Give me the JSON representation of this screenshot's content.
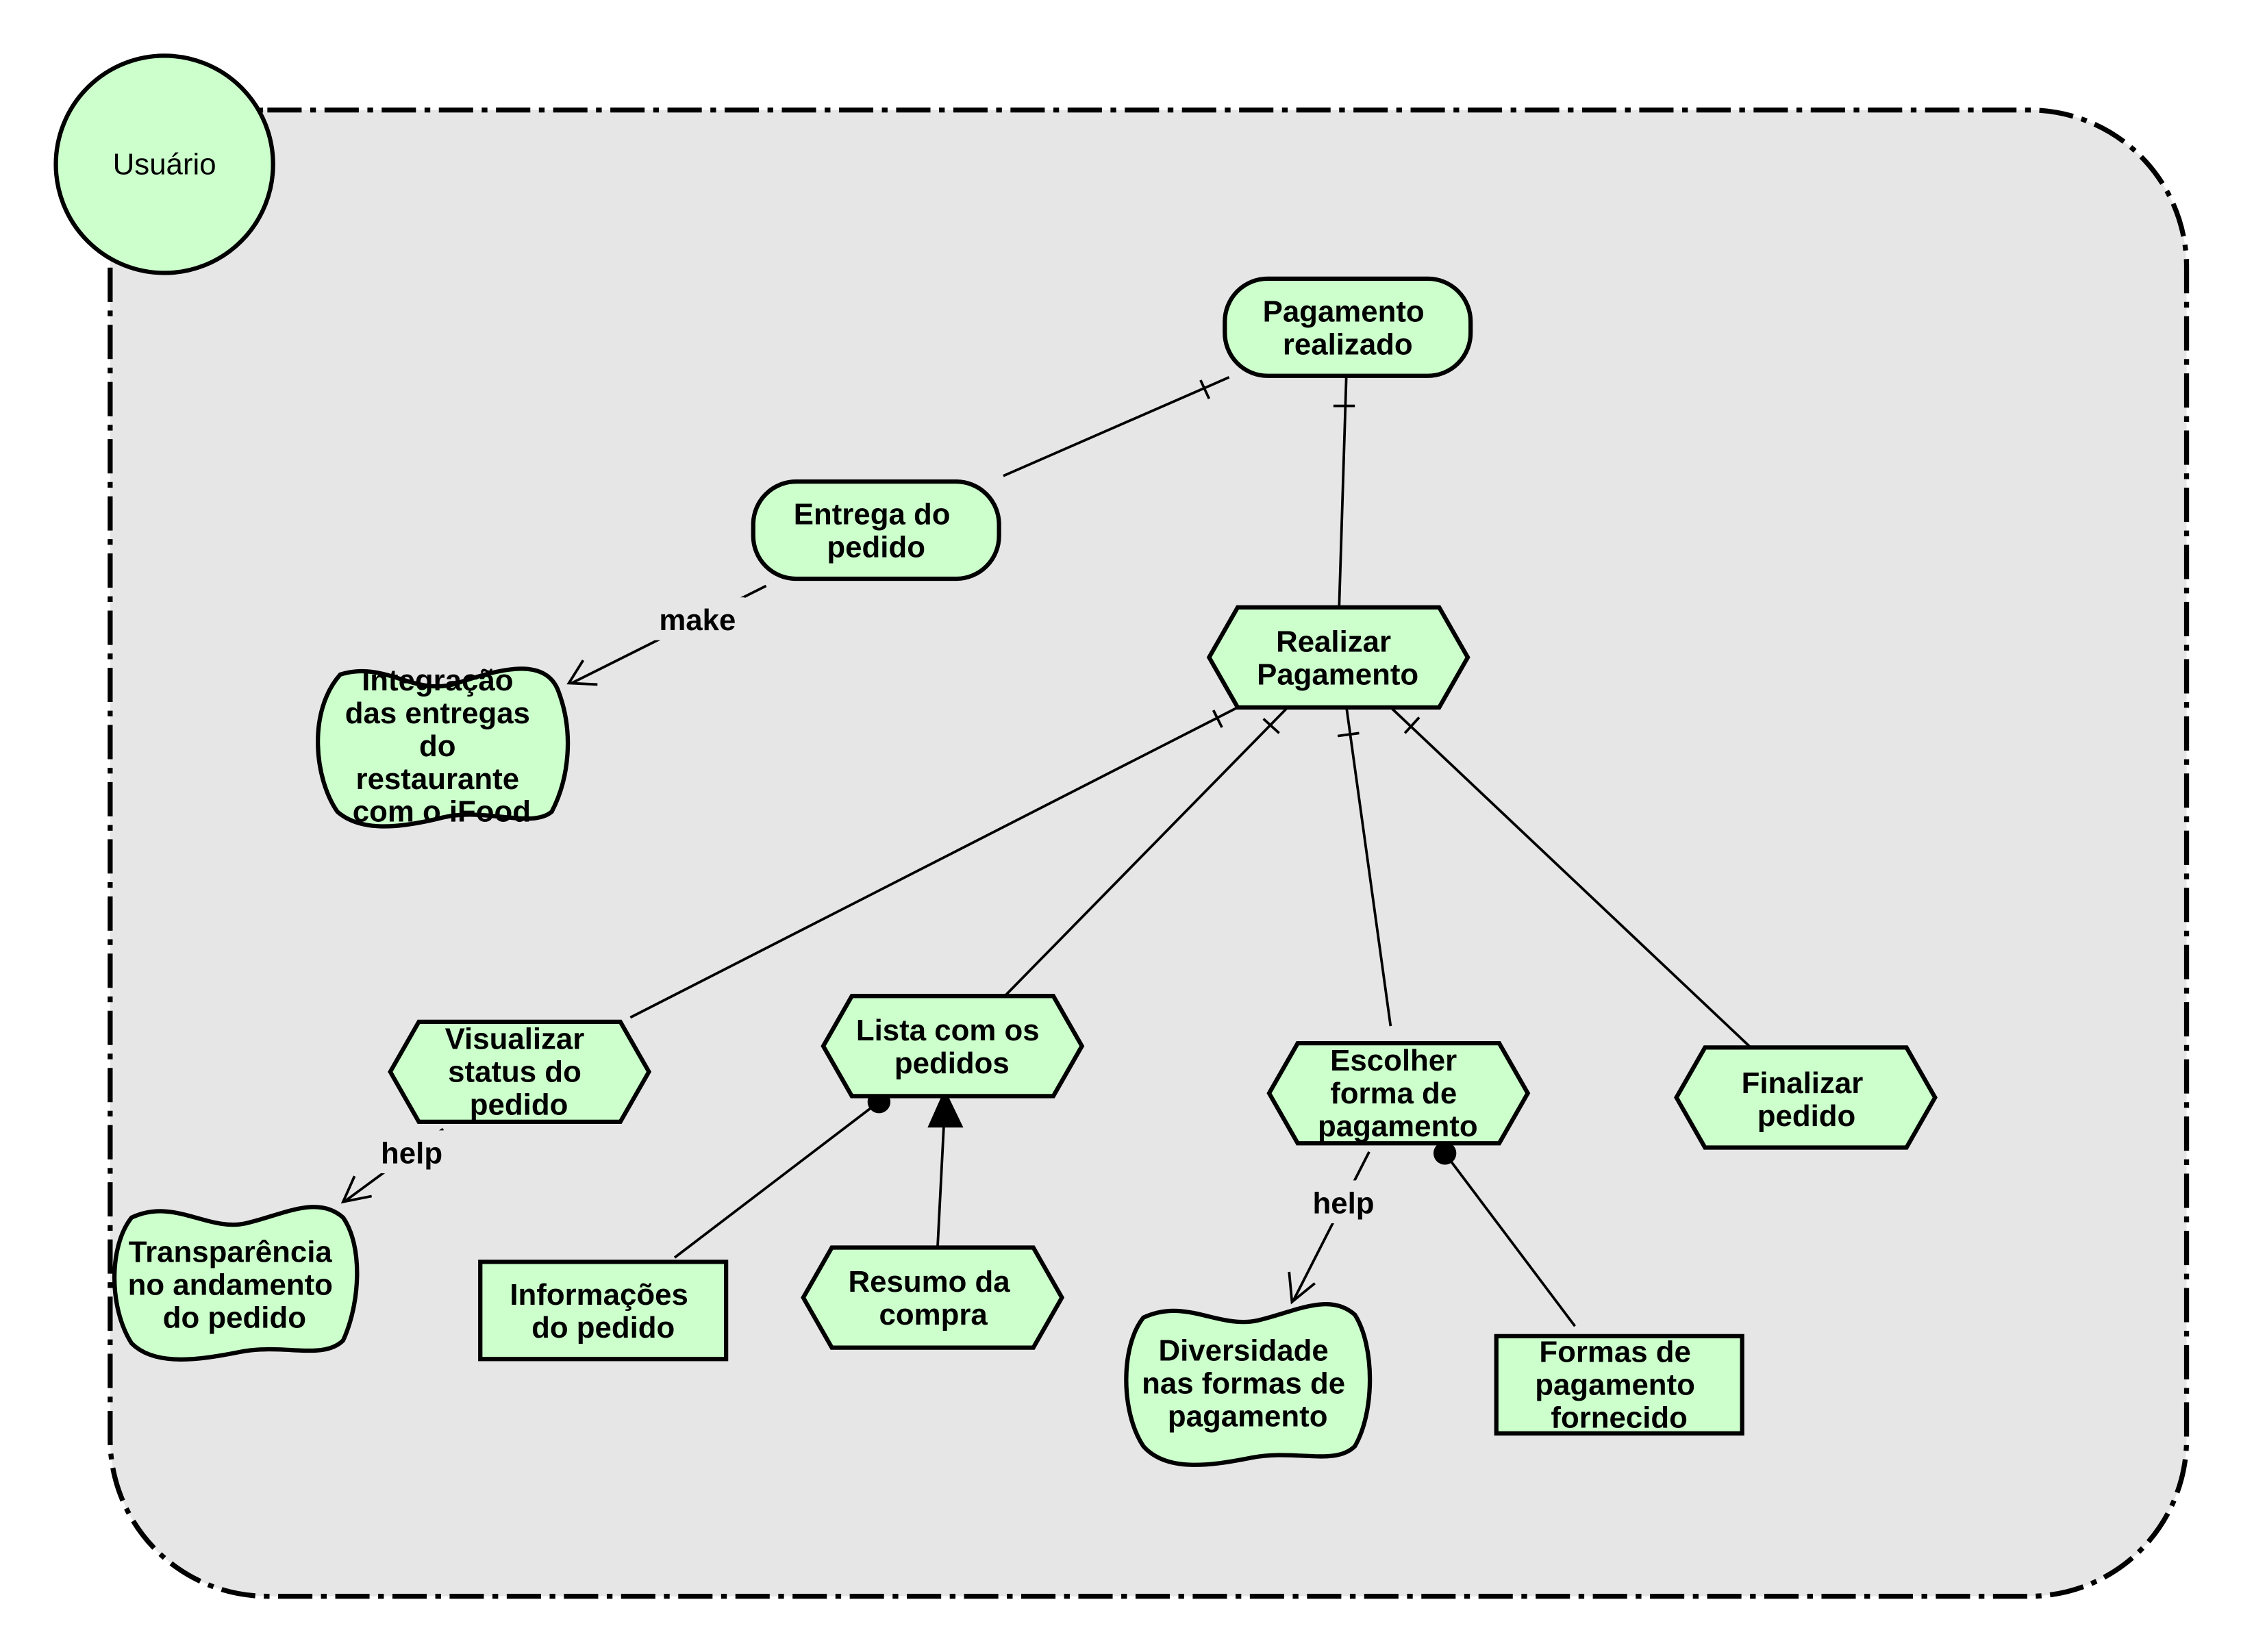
{
  "colors": {
    "node_fill": "#ccffcc",
    "boundary_fill": "#e6e6e6",
    "stroke": "#000000",
    "label_bg": "#e6e6e6"
  },
  "actor": {
    "label": "Usuário"
  },
  "nodes": {
    "pagamento_realizado": {
      "lines": [
        "Pagamento",
        "realizado"
      ]
    },
    "entrega_do_pedido": {
      "lines": [
        "Entrega do",
        "pedido"
      ]
    },
    "integracao_entregas": {
      "lines": [
        "Integração",
        "das entregas",
        "do",
        "restaurante",
        "com o iFood"
      ]
    },
    "realizar_pagamento": {
      "lines": [
        "Realizar",
        "Pagamento"
      ]
    },
    "visualizar_status": {
      "lines": [
        "Visualizar",
        "status do",
        "pedido"
      ]
    },
    "lista_pedidos": {
      "lines": [
        "Lista com os",
        "pedidos"
      ]
    },
    "escolher_forma": {
      "lines": [
        "Escolher",
        "forma de",
        "pagamento"
      ]
    },
    "finalizar_pedido": {
      "lines": [
        "Finalizar",
        "pedido"
      ]
    },
    "transparencia": {
      "lines": [
        "Transparência",
        "no andamento",
        "do pedido"
      ]
    },
    "informacoes_pedido": {
      "lines": [
        "Informações",
        "do pedido"
      ]
    },
    "resumo_compra": {
      "lines": [
        "Resumo da",
        "compra"
      ]
    },
    "diversidade": {
      "lines": [
        "Diversidade",
        "nas formas de",
        "pagamento"
      ]
    },
    "formas_fornecido": {
      "lines": [
        "Formas de",
        "pagamento",
        "fornecido"
      ]
    }
  },
  "links": {
    "make": "make",
    "help_status": "help",
    "help_forma": "help"
  }
}
